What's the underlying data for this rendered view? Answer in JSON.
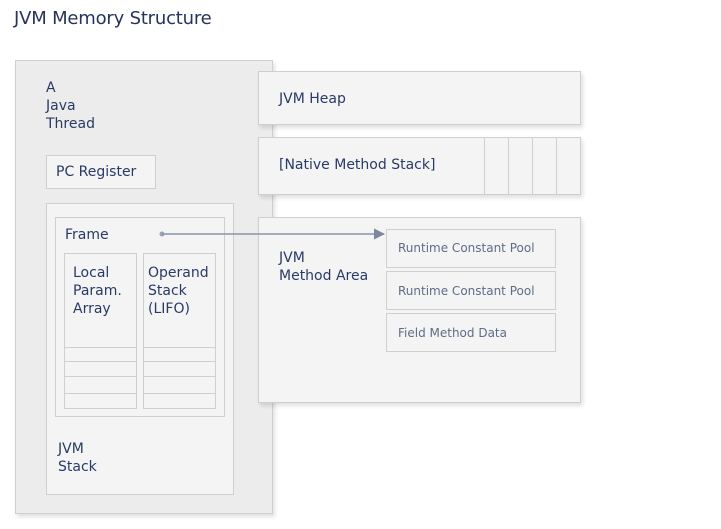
{
  "title": "JVM Memory Structure",
  "thread": {
    "label": "A\nJava\nThread"
  },
  "pc_register": {
    "label": "PC Register"
  },
  "frame": {
    "label": "Frame"
  },
  "local_array": {
    "label": "Local\nParam.\nArray"
  },
  "operand_stack": {
    "label": "Operand\nStack\n(LIFO)"
  },
  "jvm_stack": {
    "label": "JVM\nStack"
  },
  "heap": {
    "label": "JVM Heap"
  },
  "native_stack": {
    "label": "[Native Method Stack]"
  },
  "method_area": {
    "label": "JVM\nMethod Area",
    "items": [
      "Runtime Constant Pool",
      "Runtime Constant Pool",
      "Field Method Data"
    ]
  },
  "colors": {
    "text": "#2a3a66",
    "border": "#cfcfcf",
    "fill": "#f4f4f4",
    "arrow": "#8a94a8"
  }
}
